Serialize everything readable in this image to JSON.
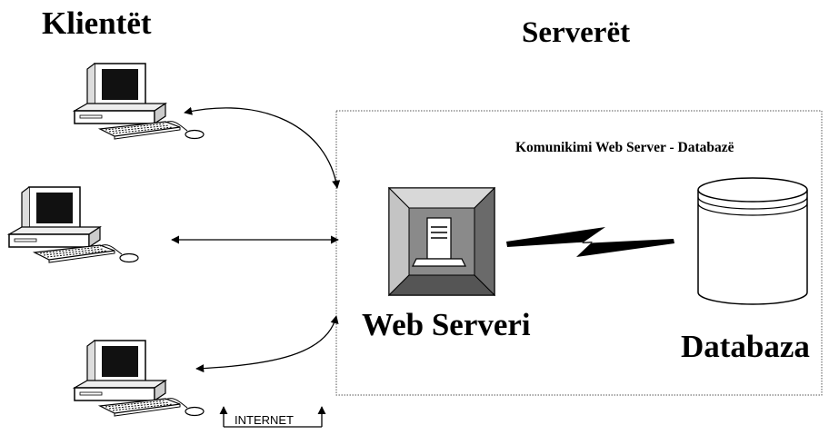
{
  "clients_title": "Klientët",
  "servers_title": "Serverët",
  "communication_label": "Komunikimi Web Server - Databazë",
  "web_server_label": "Web Serveri",
  "database_label": "Databaza",
  "internet_label": "INTERNET",
  "icons": [
    "desktop-computer-icon",
    "web-server-icon",
    "database-cylinder-icon",
    "lightning-link-icon"
  ]
}
